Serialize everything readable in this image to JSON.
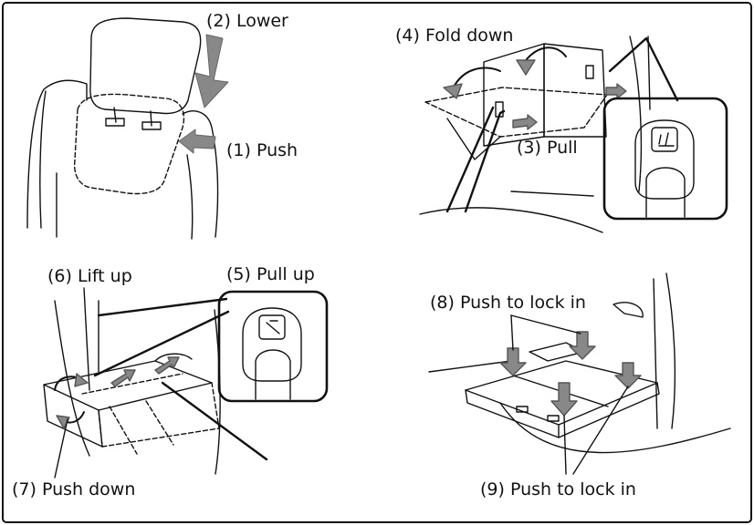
{
  "steps": {
    "push": "(1) Push",
    "lower": "(2) Lower",
    "pull": "(3) Pull",
    "fold_down": "(4) Fold down",
    "pull_up": "(5) Pull up",
    "lift_up": "(6) Lift up",
    "push_down": "(7) Push down",
    "push_lock_8": "(8) Push to lock in",
    "push_lock_9": "(9) Push to lock in"
  },
  "colors": {
    "line": "#111111",
    "arrow_fill": "#888888",
    "background": "#ffffff"
  }
}
